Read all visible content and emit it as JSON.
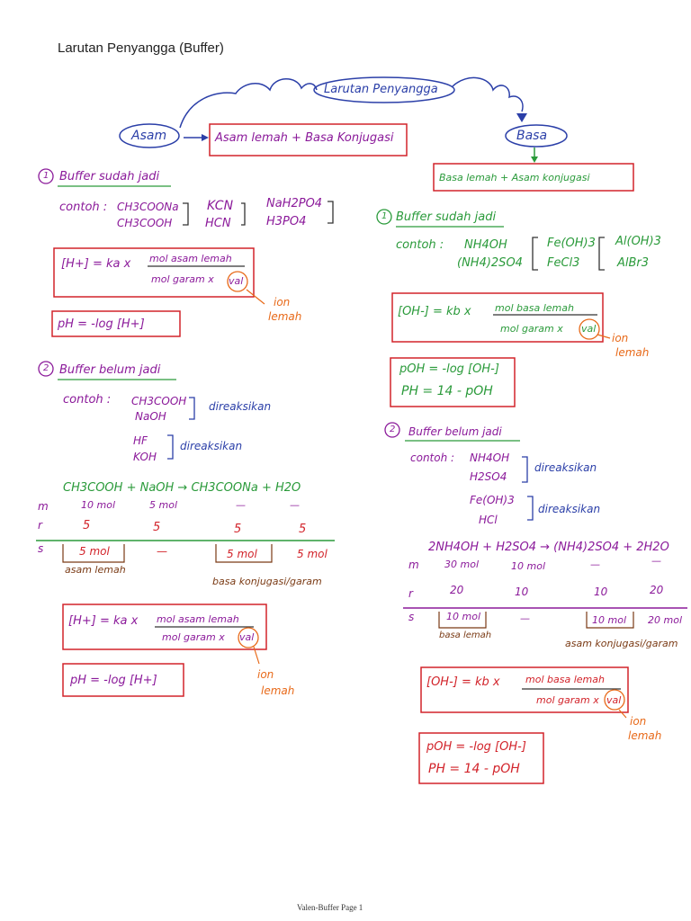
{
  "page_title": "Larutan Penyangga (Buffer)",
  "footer": "Valen-Buffer Page 1",
  "colors": {
    "purple": "#8b1a9a",
    "red": "#d2232a",
    "green": "#2a9a3a",
    "blue": "#2b3fa8",
    "orange": "#e86a1a",
    "brown": "#7a3a14"
  },
  "map": {
    "root": "Larutan Penyangga",
    "asam": "Asam",
    "asam_def": "Asam lemah + Basa Konjugasi",
    "basa": "Basa",
    "basa_def": "Basa lemah + Asam konjugasi"
  },
  "left": {
    "s1_head": "1",
    "s1_title": "Buffer sudah jadi",
    "contoh": "contoh :",
    "ex1a": "CH3COONa",
    "ex1b": "CH3COOH",
    "ex2a": "KCN",
    "ex2b": "HCN",
    "ex3a": "NaH2PO4",
    "ex3b": "H3PO4",
    "h_eq": "[H+] = ka x",
    "num": "mol asam lemah",
    "den": "mol garam x",
    "val": "val",
    "ion": "ion",
    "lemah": "lemah",
    "ph_eq": "pH = -log [H+]",
    "s2_head": "2",
    "s2_title": "Buffer belum jadi",
    "contoh2": "contoh :",
    "ex4a": "CH3COOH",
    "ex4b": "NaOH",
    "direaksikan": "direaksikan",
    "ex5a": "HF",
    "ex5b": "KOH",
    "direaksikan2": "direaksikan",
    "rx": "CH3COOH + NaOH → CH3COONa + H2O",
    "m": "m",
    "r": "r",
    "s": "s",
    "m_vals": [
      "10 mol",
      "5 mol",
      "—",
      "—"
    ],
    "r_vals": [
      "5",
      "5",
      "5",
      "5"
    ],
    "s_vals": [
      "5 mol",
      "—",
      "5 mol",
      "5 mol"
    ],
    "asam_lemah": "asam lemah",
    "basa_konj": "basa konjugasi/garam",
    "h_eq2": "[H+] = ka x",
    "num2": "mol asam lemah",
    "den2": "mol garam x",
    "val2": "val",
    "ion2": "ion",
    "lemah2": "lemah",
    "ph_eq2": "pH = -log [H+]"
  },
  "right": {
    "s1_head": "1",
    "s1_title": "Buffer sudah jadi",
    "contoh": "contoh :",
    "ex1a": "NH4OH",
    "ex1b": "(NH4)2SO4",
    "ex2a": "Fe(OH)3",
    "ex2b": "FeCl3",
    "ex3a": "Al(OH)3",
    "ex3b": "AlBr3",
    "oh_eq": "[OH-] = kb x",
    "num": "mol basa lemah",
    "den": "mol garam x",
    "val": "val",
    "ion": "ion",
    "lemah": "lemah",
    "poh_eq": "pOH = -log [OH-]",
    "ph_eq": "PH = 14 - pOH",
    "s2_head": "2",
    "s2_title": "Buffer belum jadi",
    "contoh2": "contoh :",
    "ex4a": "NH4OH",
    "ex4b": "H2SO4",
    "direaksikan": "direaksikan",
    "ex5a": "Fe(OH)3",
    "ex5b": "HCl",
    "direaksikan2": "direaksikan",
    "rx": "2NH4OH + H2SO4 → (NH4)2SO4 + 2H2O",
    "m": "m",
    "r": "r",
    "s": "s",
    "m_vals": [
      "30 mol",
      "10 mol",
      "—",
      "—"
    ],
    "r_vals": [
      "20",
      "10",
      "10",
      "20"
    ],
    "s_vals": [
      "10 mol",
      "—",
      "10 mol",
      "20 mol"
    ],
    "basa_lemah": "basa lemah",
    "asam_konj": "asam konjugasi/garam",
    "oh_eq2": "[OH-] = kb x",
    "num2": "mol basa lemah",
    "den2": "mol garam x",
    "val2": "val",
    "ion2": "ion",
    "lemah2": "lemah",
    "poh_eq2": "pOH = -log [OH-]",
    "ph_eq2": "PH = 14 - pOH"
  }
}
